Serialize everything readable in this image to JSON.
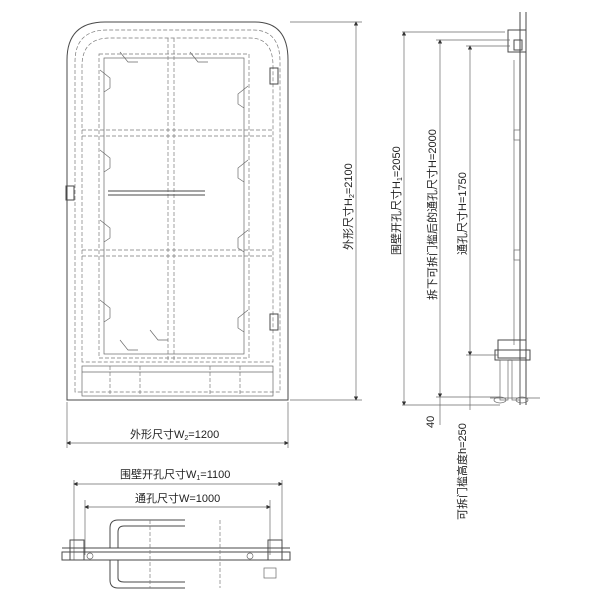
{
  "dimensions": {
    "outer_width": {
      "prefix": "外形尺寸W",
      "sub": "2",
      "suffix": "=1200"
    },
    "outer_height": {
      "prefix": "外形尺寸H",
      "sub": "2",
      "suffix": "=2100"
    },
    "wall_opening_height": {
      "prefix": "围壁开孔尺寸H",
      "sub": "1",
      "suffix": "=2050"
    },
    "removable_frame_clear_height": {
      "text": "拆下可拆门槛后的通孔尺寸H=2000"
    },
    "clear_height": {
      "text": "通孔尺寸H=1750"
    },
    "threshold_offset": {
      "text": "40"
    },
    "threshold_height": {
      "text": "可拆门槛高度h=250"
    },
    "wall_opening_width": {
      "prefix": "围壁开孔尺寸W",
      "sub": "1",
      "suffix": "=1100"
    },
    "clear_width": {
      "text": "通孔尺寸W=1000"
    }
  }
}
